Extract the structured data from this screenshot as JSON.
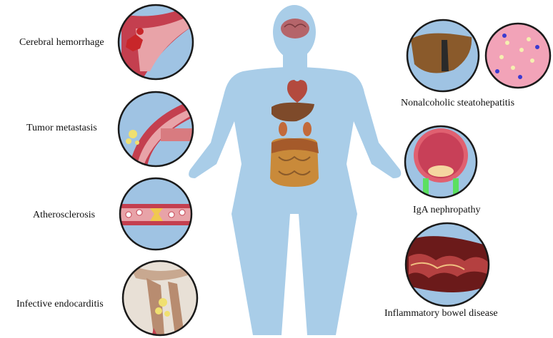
{
  "left_conditions": [
    {
      "label": "Cerebral hemorrhage"
    },
    {
      "label": "Tumor metastasis"
    },
    {
      "label": "Atherosclerosis"
    },
    {
      "label": "Infective endocarditis"
    }
  ],
  "right_conditions": [
    {
      "label": "Nonalcoholic steatohepatitis"
    },
    {
      "label": "IgA nephropathy"
    },
    {
      "label": "Inflammatory bowel disease"
    }
  ],
  "colors": {
    "body": "#a9cde8",
    "circle_bg": "#9fc3e3",
    "circle_border": "#1a1a1a",
    "vessel": "#c43f4f",
    "vessel_inner": "#e8a3a8",
    "liver": "#8a5a2b",
    "intestine": "#c98a3a"
  }
}
